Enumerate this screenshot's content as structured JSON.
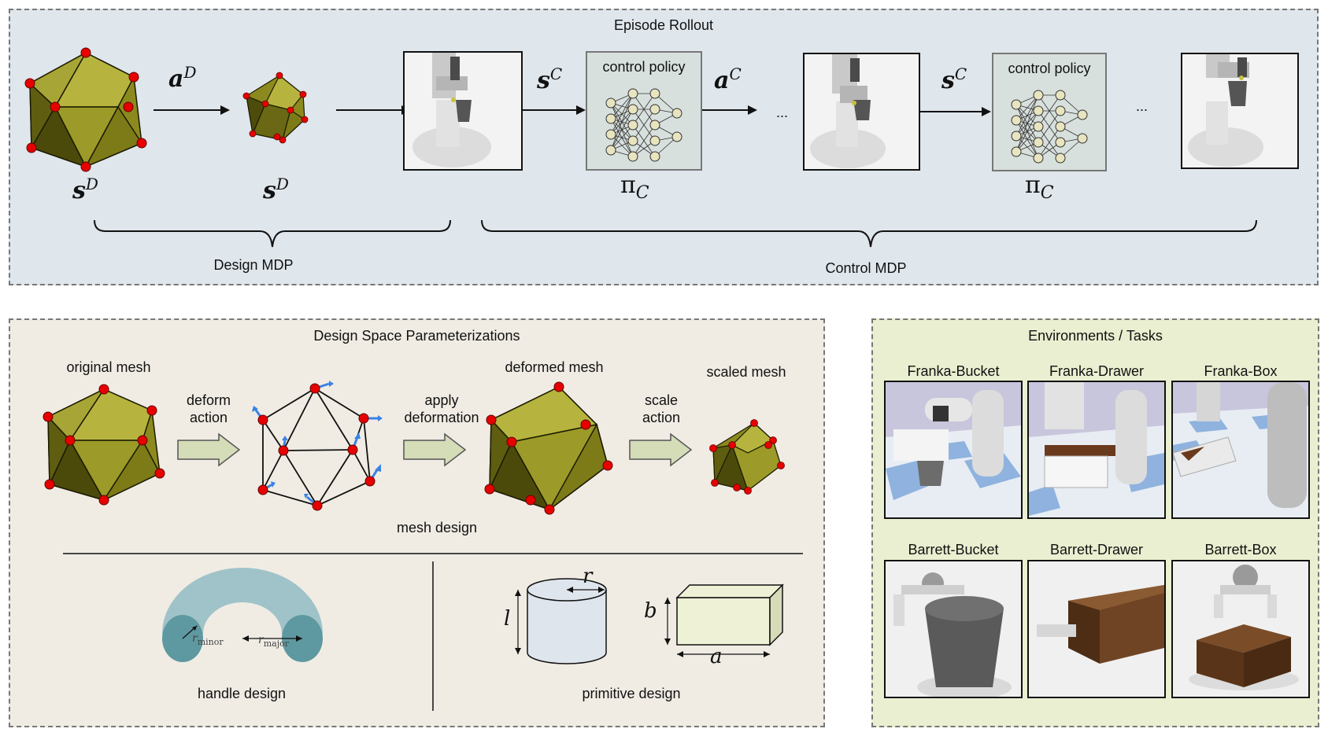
{
  "colors": {
    "episode_bg": "#dfe6ec",
    "design_bg": "#f0ece4",
    "env_bg": "#e9efd0",
    "mesh_fill": "#8c8a1e",
    "vertex": "#e60000",
    "arrow_block": "#d4dcb8",
    "handle": "#9fc3c8",
    "handle_dark": "#5e98a0",
    "cylinder": "#dfe5ec",
    "box": "#eef1d5",
    "deform_arrow": "#3a82e4"
  },
  "episode": {
    "title": "Episode Rollout",
    "design_state_label": "s",
    "design_state_sup": "D",
    "design_action_label": "a",
    "design_action_sup": "D",
    "control_state_label": "s",
    "control_state_sup": "C",
    "control_action_label": "a",
    "control_action_sup": "C",
    "policy_label": "control policy",
    "policy_symbol": "π",
    "policy_sub": "C",
    "ellipsis": "...",
    "design_mdp": "Design MDP",
    "control_mdp": "Control MDP"
  },
  "design_space": {
    "title": "Design Space Parameterizations",
    "original_mesh": "original mesh",
    "deform_action": [
      "deform",
      "action"
    ],
    "apply_deformation": [
      "apply",
      "deformation"
    ],
    "deformed_mesh": "deformed mesh",
    "scale_action": [
      "scale",
      "action"
    ],
    "scaled_mesh": "scaled mesh",
    "mesh_design": "mesh design",
    "handle_design": "handle design",
    "primitive_design": "primitive design",
    "r_minor": "r",
    "r_minor_sub": "minor",
    "r_major": "r",
    "r_major_sub": "major",
    "cyl_r": "r",
    "cyl_l": "l",
    "box_b": "b",
    "box_a": "a"
  },
  "environments": {
    "title": "Environments / Tasks",
    "tasks": [
      "Franka-Bucket",
      "Franka-Drawer",
      "Franka-Box",
      "Barrett-Bucket",
      "Barrett-Drawer",
      "Barrett-Box"
    ]
  }
}
